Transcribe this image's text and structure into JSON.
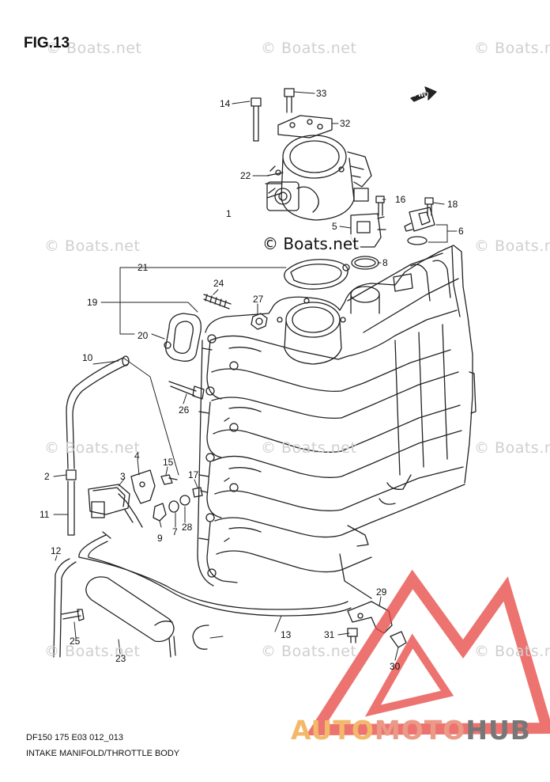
{
  "figure": {
    "title": "FIG.13",
    "code": "DF150 175 E03 012_013",
    "caption": "INTAKE MANIFOLD/THROTTLE BODY"
  },
  "watermark": {
    "text": "© Boats.net",
    "color": "#cfcfcf"
  },
  "direction_arrow": {
    "label": "FWD"
  },
  "branding": {
    "part1": "AUTO",
    "part2": "MOTO",
    "part3": "HUB",
    "colors": {
      "auto": "#f2b96a",
      "moto": "#ea9a86",
      "hub": "#777777",
      "triangle": "#e6443f"
    }
  },
  "callouts": [
    "1",
    "2",
    "3",
    "4",
    "5",
    "6",
    "7",
    "8",
    "9",
    "10",
    "11",
    "12",
    "13",
    "14",
    "15",
    "16",
    "17",
    "18",
    "19",
    "20",
    "21",
    "22",
    "23",
    "24",
    "25",
    "26",
    "27",
    "28",
    "29",
    "30",
    "31",
    "32",
    "33"
  ]
}
